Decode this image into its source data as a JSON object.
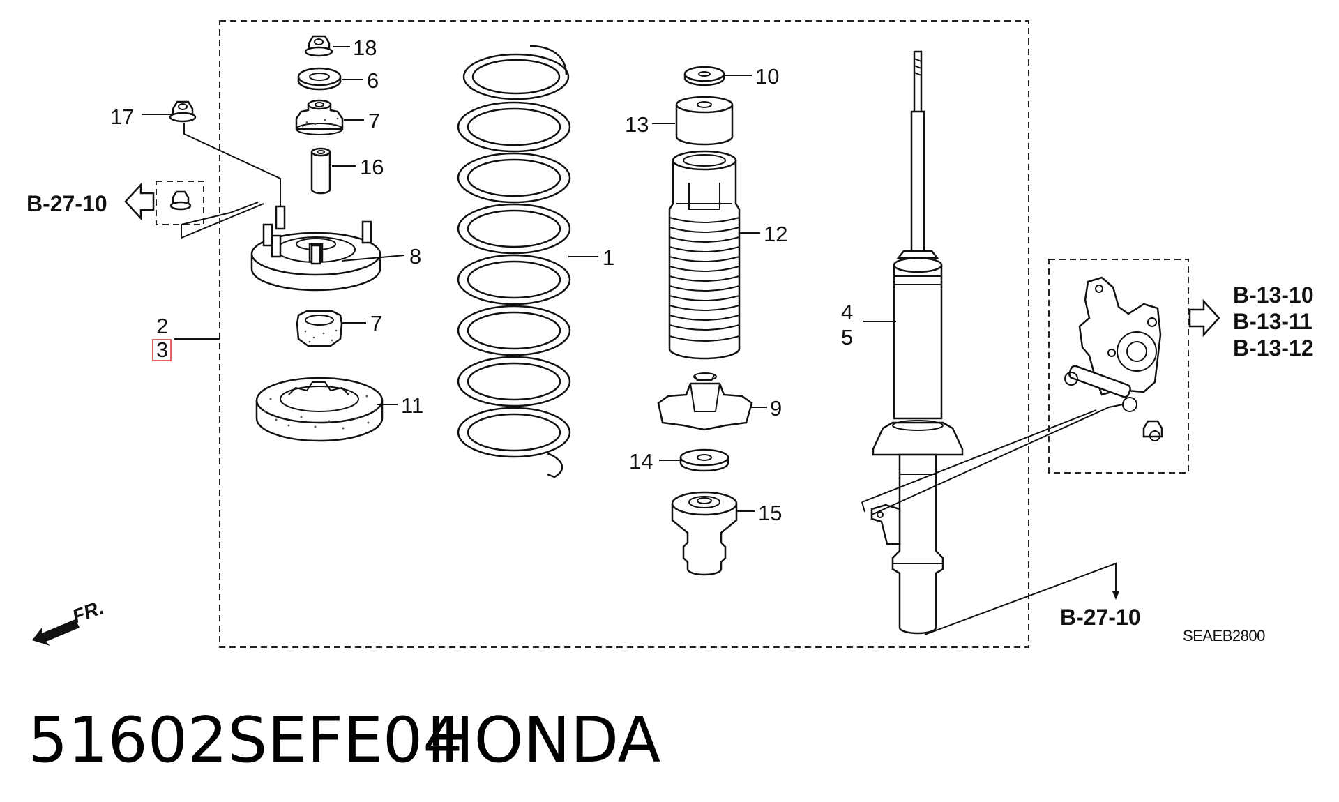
{
  "part_labels": {
    "p1": "1",
    "p2": "2",
    "p3": "3",
    "p4": "4",
    "p5": "5",
    "p6": "6",
    "p7a": "7",
    "p7b": "7",
    "p8": "8",
    "p9": "9",
    "p10": "10",
    "p11": "11",
    "p12": "12",
    "p13": "13",
    "p14": "14",
    "p15": "15",
    "p16": "16",
    "p17": "17",
    "p18": "18"
  },
  "refs": {
    "b2710_left": "B-27-10",
    "b2710_bottom": "B-27-10",
    "b1310": "B-13-10",
    "b1311": "B-13-11",
    "b1312": "B-13-12"
  },
  "front_marker": "FR.",
  "diagram_code": "SEAEB2800",
  "caption": {
    "part_number": "51602SEFE04",
    "brand": "HONDA"
  },
  "highlight_color": "#e06060"
}
